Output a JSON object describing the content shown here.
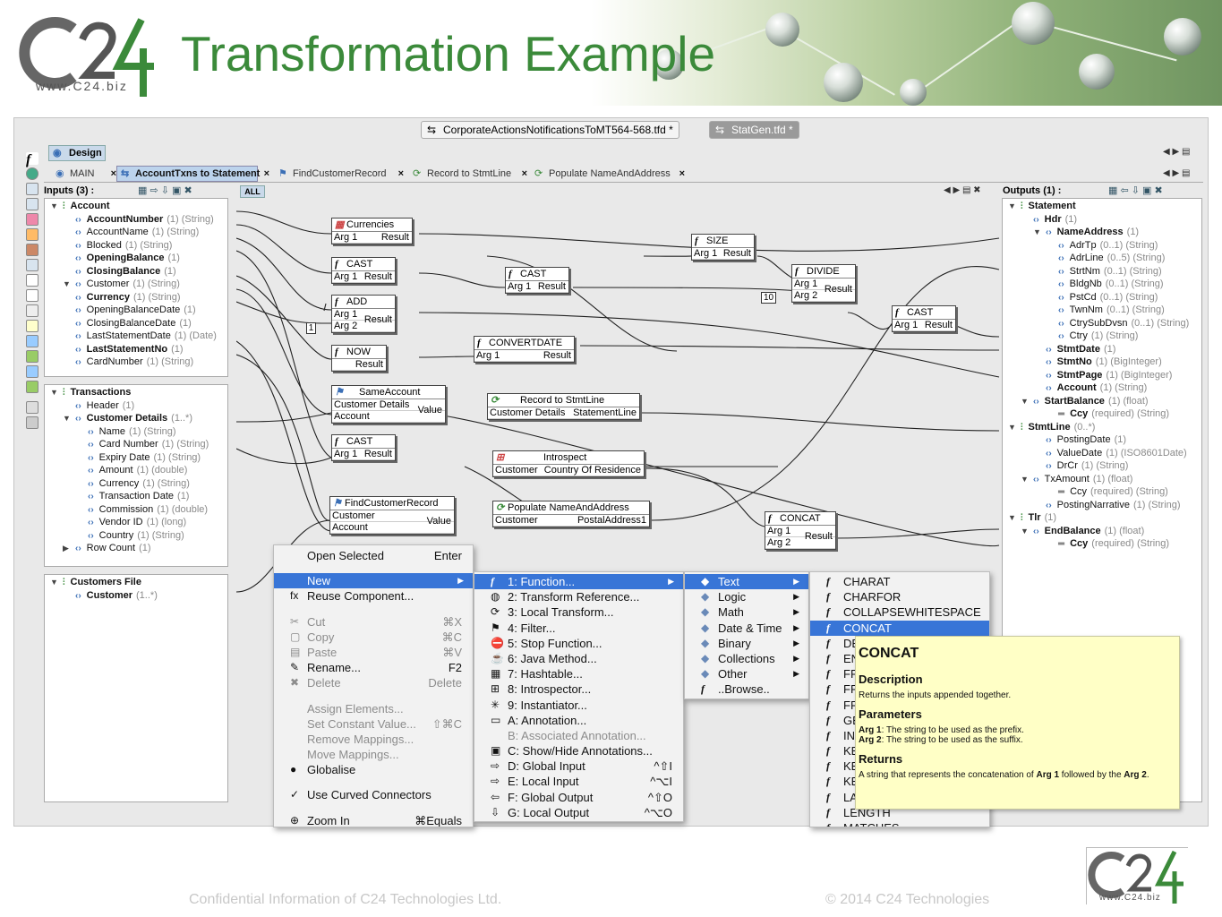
{
  "slide": {
    "title": "Transformation Example",
    "footer_left": "Confidential Information of C24 Technologies Ltd.",
    "footer_right": "© 2014 C24 Technologies"
  },
  "logo": {
    "mark": "C24",
    "url": "www.C24.biz"
  },
  "doc_tabs": [
    "CorporateActionsNotificationsToMT564-568.tfd *",
    "StatGen.tfd *"
  ],
  "design_tab": "Design",
  "panel_tabs": [
    "MAIN",
    "AccountTxns to Statement",
    "FindCustomerRecord",
    "Record to StmtLine",
    "Populate NameAndAddress"
  ],
  "inputs": {
    "header": "Inputs (3) :",
    "all_label": "ALL"
  },
  "outputs": {
    "header": "Outputs (1) :"
  },
  "input_tree": [
    {
      "t": "Account",
      "b": true,
      "d": 0
    },
    {
      "t": "AccountNumber",
      "m": "(1) (String)",
      "b": true,
      "d": 1
    },
    {
      "t": "AccountName",
      "m": "(1) (String)",
      "d": 1
    },
    {
      "t": "Blocked",
      "m": "(1) (String)",
      "d": 1
    },
    {
      "t": "OpeningBalance",
      "m": "(1)",
      "b": true,
      "d": 1
    },
    {
      "t": "ClosingBalance",
      "m": "(1)",
      "b": true,
      "d": 1
    },
    {
      "t": "Customer",
      "m": "(1) (String)",
      "d": 1
    },
    {
      "t": "Currency",
      "m": "(1) (String)",
      "b": true,
      "d": 1
    },
    {
      "t": "OpeningBalanceDate",
      "m": "(1)",
      "d": 1
    },
    {
      "t": "ClosingBalanceDate",
      "m": "(1)",
      "d": 1
    },
    {
      "t": "LastStatementDate",
      "m": "(1) (Date)",
      "d": 1
    },
    {
      "t": "LastStatementNo",
      "m": "(1)",
      "b": true,
      "d": 1
    },
    {
      "t": "CardNumber",
      "m": "(1) (String)",
      "d": 1
    }
  ],
  "input_tree2": [
    {
      "t": "Transactions",
      "b": true,
      "d": 0
    },
    {
      "t": "Header",
      "m": "(1)",
      "d": 1
    },
    {
      "t": "Customer Details",
      "m": "(1..*)",
      "b": true,
      "d": 1
    },
    {
      "t": "Name",
      "m": "(1) (String)",
      "d": 2
    },
    {
      "t": "Card Number",
      "m": "(1) (String)",
      "d": 2
    },
    {
      "t": "Expiry Date",
      "m": "(1) (String)",
      "d": 2
    },
    {
      "t": "Amount",
      "m": "(1) (double)",
      "d": 2
    },
    {
      "t": "Currency",
      "m": "(1) (String)",
      "d": 2
    },
    {
      "t": "Transaction Date",
      "m": "(1)",
      "d": 2
    },
    {
      "t": "Commission",
      "m": "(1) (double)",
      "d": 2
    },
    {
      "t": "Vendor ID",
      "m": "(1) (long)",
      "d": 2
    },
    {
      "t": "Country",
      "m": "(1) (String)",
      "d": 2
    },
    {
      "t": "Row Count",
      "m": "(1)",
      "d": 1
    }
  ],
  "input_tree3": [
    {
      "t": "Customers File",
      "b": true,
      "d": 0
    },
    {
      "t": "Customer",
      "m": "(1..*)",
      "b": true,
      "d": 1
    }
  ],
  "output_tree": [
    {
      "t": "Statement",
      "b": true,
      "d": 0
    },
    {
      "t": "Hdr",
      "m": "(1)",
      "b": true,
      "d": 1
    },
    {
      "t": "NameAddress",
      "m": "(1)",
      "b": true,
      "d": 2
    },
    {
      "t": "AdrTp",
      "m": "(0..1) (String)",
      "d": 3
    },
    {
      "t": "AdrLine",
      "m": "(0..5) (String)",
      "d": 3
    },
    {
      "t": "StrtNm",
      "m": "(0..1) (String)",
      "d": 3
    },
    {
      "t": "BldgNb",
      "m": "(0..1) (String)",
      "d": 3
    },
    {
      "t": "PstCd",
      "m": "(0..1) (String)",
      "d": 3
    },
    {
      "t": "TwnNm",
      "m": "(0..1) (String)",
      "d": 3
    },
    {
      "t": "CtrySubDvsn",
      "m": "(0..1) (String)",
      "d": 3
    },
    {
      "t": "Ctry",
      "m": "(1) (String)",
      "d": 3
    },
    {
      "t": "StmtDate",
      "m": "(1)",
      "b": true,
      "d": 2
    },
    {
      "t": "StmtNo",
      "m": "(1) (BigInteger)",
      "b": true,
      "d": 2
    },
    {
      "t": "StmtPage",
      "m": "(1) (BigInteger)",
      "b": true,
      "d": 2
    },
    {
      "t": "Account",
      "m": "(1) (String)",
      "b": true,
      "d": 2
    },
    {
      "t": "StartBalance",
      "m": "(1) (float)",
      "b": true,
      "d": 1
    },
    {
      "t": "Ccy",
      "m": "(required) (String)",
      "b": true,
      "d": 3
    },
    {
      "t": "StmtLine",
      "m": "(0..*)",
      "b": true,
      "d": 0
    },
    {
      "t": "PostingDate",
      "m": "(1)",
      "d": 2
    },
    {
      "t": "ValueDate",
      "m": "(1) (ISO8601Date)",
      "d": 2
    },
    {
      "t": "DrCr",
      "m": "(1) (String)",
      "d": 2
    },
    {
      "t": "TxAmount",
      "m": "(1) (float)",
      "d": 1
    },
    {
      "t": "Ccy",
      "m": "(required) (String)",
      "d": 3
    },
    {
      "t": "PostingNarrative",
      "m": "(1) (String)",
      "d": 2
    },
    {
      "t": "Tlr",
      "m": "(1)",
      "b": true,
      "d": 0
    },
    {
      "t": "EndBalance",
      "m": "(1) (float)",
      "b": true,
      "d": 1
    },
    {
      "t": "Ccy",
      "m": "(required) (String)",
      "b": true,
      "d": 3
    }
  ],
  "nodes": {
    "currencies": {
      "title": "Currencies",
      "a": "Arg 1",
      "r": "Result"
    },
    "cast1": {
      "title": "CAST",
      "a": "Arg 1",
      "r": "Result"
    },
    "add": {
      "title": "ADD",
      "a": "Arg 1",
      "b": "Arg 2",
      "r": "Result",
      "const": "1"
    },
    "now": {
      "title": "NOW",
      "r": "Result"
    },
    "sameaccount": {
      "title": "SameAccount",
      "a": "Customer Details",
      "b": "Account",
      "r": "Value"
    },
    "cast3": {
      "title": "CAST",
      "a": "Arg 1",
      "r": "Result"
    },
    "findcust": {
      "title": "FindCustomerRecord",
      "a": "Customer",
      "b": "Account",
      "r": "Value"
    },
    "cast2": {
      "title": "CAST",
      "a": "Arg 1",
      "r": "Result"
    },
    "convertdate": {
      "title": "CONVERTDATE",
      "a": "Arg 1",
      "r": "Result"
    },
    "record": {
      "title": "Record to StmtLine",
      "a": "Customer Details",
      "r": "StatementLine"
    },
    "introspect": {
      "title": "Introspect",
      "a": "Customer",
      "r": "Country Of Residence"
    },
    "populate": {
      "title": "Populate NameAndAddress",
      "a": "Customer",
      "r": "PostalAddress1"
    },
    "size": {
      "title": "SIZE",
      "a": "Arg 1",
      "r": "Result"
    },
    "divide": {
      "title": "DIVIDE",
      "a": "Arg 1",
      "b": "Arg 2",
      "r": "Result",
      "const": "10"
    },
    "cast4": {
      "title": "CAST",
      "a": "Arg 1",
      "r": "Result"
    },
    "concat": {
      "title": "CONCAT",
      "a": "Arg 1",
      "b": "Arg 2",
      "r": "Result"
    }
  },
  "context_menu": [
    {
      "l": "Open Selected",
      "s": "Enter"
    },
    {
      "sep": true
    },
    {
      "l": "New",
      "sel": true,
      "sub": true
    },
    {
      "l": "Reuse Component...",
      "i": "fx"
    },
    {
      "sep": true
    },
    {
      "l": "Cut",
      "s": "⌘X",
      "dis": true,
      "i": "✂"
    },
    {
      "l": "Copy",
      "s": "⌘C",
      "dis": true,
      "i": "▢"
    },
    {
      "l": "Paste",
      "s": "⌘V",
      "dis": true,
      "i": "▤"
    },
    {
      "l": "Rename...",
      "s": "F2",
      "i": "✎"
    },
    {
      "l": "Delete",
      "s": "Delete",
      "dis": true,
      "i": "✖"
    },
    {
      "sep": true
    },
    {
      "l": "Assign Elements...",
      "dis": true
    },
    {
      "l": "Set Constant Value...",
      "s": "⇧⌘C",
      "dis": true
    },
    {
      "l": "Remove Mappings...",
      "dis": true
    },
    {
      "l": "Move  Mappings...",
      "dis": true
    },
    {
      "l": "Globalise",
      "i": "●"
    },
    {
      "sep": true
    },
    {
      "l": "Use Curved Connectors",
      "i": "✓"
    },
    {
      "sep": true
    },
    {
      "l": "Zoom In",
      "s": "⌘Equals",
      "i": "⊕"
    }
  ],
  "new_menu": [
    {
      "l": "1: Function...",
      "sel": true,
      "sub": true,
      "i": "f"
    },
    {
      "l": "2: Transform Reference...",
      "i": "◍"
    },
    {
      "l": "3: Local Transform...",
      "i": "⟳"
    },
    {
      "l": "4: Filter...",
      "i": "⚑"
    },
    {
      "l": "5: Stop Function...",
      "i": "⛔"
    },
    {
      "l": "6: Java Method...",
      "i": "☕"
    },
    {
      "l": "7: Hashtable...",
      "i": "▦"
    },
    {
      "l": "8: Introspector...",
      "i": "⊞"
    },
    {
      "l": "9: Instantiator...",
      "i": "✳"
    },
    {
      "l": "A: Annotation...",
      "i": "▭"
    },
    {
      "l": "B: Associated Annotation...",
      "dis": true
    },
    {
      "l": "C: Show/Hide Annotations...",
      "i": "▣"
    },
    {
      "l": "D: Global Input",
      "s": "^⇧I",
      "i": "⇨"
    },
    {
      "l": "E: Local Input",
      "s": "^⌥I",
      "i": "⇨"
    },
    {
      "l": "F: Global Output",
      "s": "^⇧O",
      "i": "⇦"
    },
    {
      "l": "G: Local Output",
      "s": "^⌥O",
      "i": "⇩"
    }
  ],
  "category_menu": [
    {
      "l": "Text",
      "sel": true,
      "sub": true
    },
    {
      "l": "Logic",
      "sub": true
    },
    {
      "l": "Math",
      "sub": true
    },
    {
      "l": "Date & Time",
      "sub": true
    },
    {
      "l": "Binary",
      "sub": true
    },
    {
      "l": "Collections",
      "sub": true
    },
    {
      "l": "Other",
      "sub": true
    },
    {
      "l": "..Browse..",
      "i": "f"
    }
  ],
  "text_menu": [
    "CHARAT",
    "CHARFOR",
    "COLLAPSEWHITESPACE",
    "CONCAT",
    "DE",
    "EN",
    "FR",
    "FR",
    "FR",
    "GE",
    "IN",
    "KE",
    "KE",
    "KE",
    "LA",
    "LENGTH",
    "MATCHES"
  ],
  "text_selected": 3,
  "tooltip": {
    "title": "CONCAT",
    "desc_h": "Description",
    "desc": "Returns the inputs appended together.",
    "params_h": "Parameters",
    "p1_k": "Arg 1",
    "p1": ": The string to be used as the prefix.",
    "p2_k": "Arg 2",
    "p2": ": The string to be used as the suffix.",
    "ret_h": "Returns",
    "ret_a": "A string that represents the concatenation of ",
    "ret_k1": "Arg 1",
    "ret_b": " followed by the ",
    "ret_k2": "Arg 2",
    "ret_c": "."
  }
}
